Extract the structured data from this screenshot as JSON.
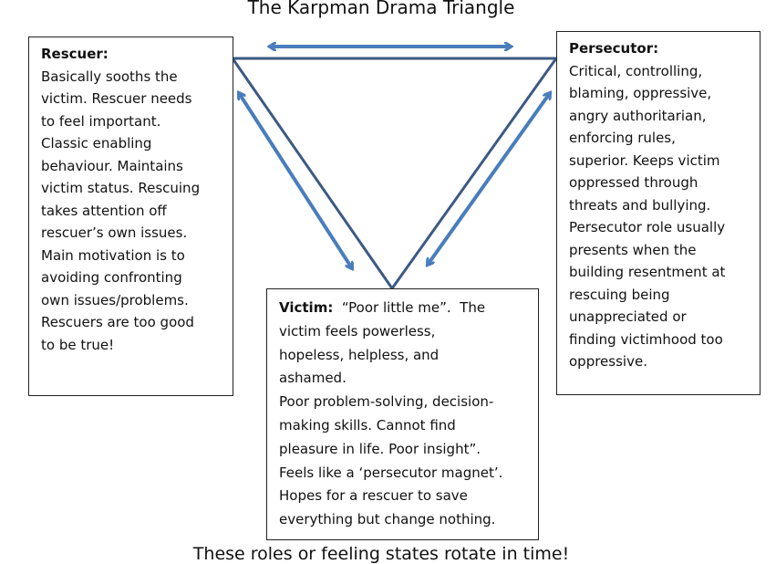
{
  "title": "The Karpman Drama Triangle",
  "caption": "These roles or feeling states rotate in time!",
  "colors": {
    "triangle": "#3b5a83",
    "arrows": "#4a7dbb"
  },
  "rescuer": {
    "heading": "Rescuer:",
    "lines": [
      "Basically sooths the",
      "victim.   Rescuer needs",
      "to feel important.",
      "Classic enabling",
      "behaviour. Maintains",
      "victim status.  Rescuing",
      "takes attention off",
      "rescuer’s own issues.",
      "Main motivation is to",
      "avoiding confronting",
      "own issues/problems.",
      "Rescuers are too good",
      "to be true!"
    ]
  },
  "persecutor": {
    "heading": "Persecutor:",
    "lines": [
      "Critical, controlling,",
      "blaming, oppressive,",
      "angry authoritarian,",
      "enforcing rules,",
      "superior.   Keeps victim",
      "oppressed through",
      "threats and bullying.",
      "Persecutor role usually",
      "presents when the",
      "building resentment at",
      "rescuing being",
      "unappreciated or",
      "finding victimhood too",
      "oppressive."
    ]
  },
  "victim": {
    "heading": "Victim:",
    "first_line_rest": "  “Poor little me”.  The",
    "lines": [
      "victim feels powerless,",
      "hopeless, helpless, and",
      "ashamed.",
      "Poor problem-solving, decision-",
      "making skills.  Cannot find",
      "pleasure in life.  Poor insight”.",
      "Feels like a ‘persecutor magnet’.",
      "Hopes for a rescuer to save",
      "everything but change nothing."
    ]
  }
}
